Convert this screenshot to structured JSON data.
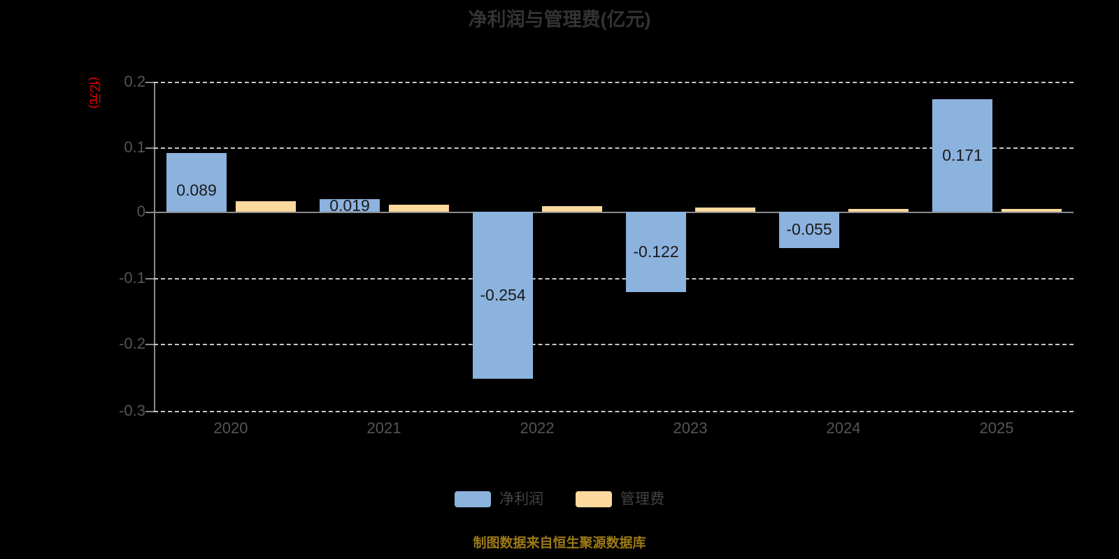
{
  "chart_data": {
    "type": "bar",
    "title": "净利润与管理费(亿元)",
    "xlabel": "",
    "ylabel": "(亿元)",
    "categories": [
      "2020",
      "2021",
      "2022",
      "2023",
      "2024",
      "2025"
    ],
    "series": [
      {
        "name": "净利润",
        "color": "#8cb2de",
        "values": [
          0.089,
          0.019,
          -0.254,
          -0.122,
          -0.055,
          0.171
        ],
        "labels": [
          "0.089",
          "0.019",
          "-0.254",
          "-0.122",
          "-0.055",
          "0.171"
        ]
      },
      {
        "name": "管理费",
        "color": "#fcd99e",
        "values": [
          0.016,
          0.011,
          0.008,
          0.006,
          0.004,
          0.004
        ],
        "labels": [
          "",
          "",
          "",
          "",
          "",
          ""
        ]
      }
    ],
    "ylim": [
      -0.3,
      0.2
    ],
    "yticks": [
      0.2,
      0.1,
      0,
      -0.1,
      -0.2,
      -0.3
    ],
    "ytick_labels": [
      "0.2",
      "0.1",
      "0",
      "-0.1",
      "-0.2",
      "-0.3"
    ],
    "grid": true,
    "grid_style": "dashed",
    "legend_position": "bottom"
  },
  "title": "净利润与管理费(亿元)",
  "axis": {
    "y_unit_label": "(亿元)",
    "y_tick_labels": [
      "0.2",
      "0.1",
      "0",
      "-0.1",
      "-0.2",
      "-0.3"
    ],
    "x_tick_labels": [
      "2020",
      "2021",
      "2022",
      "2023",
      "2024",
      "2025"
    ]
  },
  "bar_labels": {
    "y2020_net": "0.089",
    "y2021_net": "0.019",
    "y2022_net": "-0.254",
    "y2023_net": "-0.122",
    "y2024_net": "-0.055",
    "y2025_net": "0.171"
  },
  "legend": {
    "items": [
      {
        "label": "净利润",
        "color": "#8cb2de"
      },
      {
        "label": "管理费",
        "color": "#fcd99e"
      }
    ]
  },
  "footer": {
    "note": "制图数据来自恒生聚源数据库",
    "color": "#9c7a17"
  },
  "colors": {
    "background": "#000000",
    "net_profit": "#8cb2de",
    "admin_fee": "#fcd99e",
    "grid": "#c8c8c8",
    "axis": "#8a8a8a",
    "title": "#333333",
    "tick_text": "#555555",
    "unit_text": "#ff0000",
    "footer_text": "#9c7a17"
  }
}
